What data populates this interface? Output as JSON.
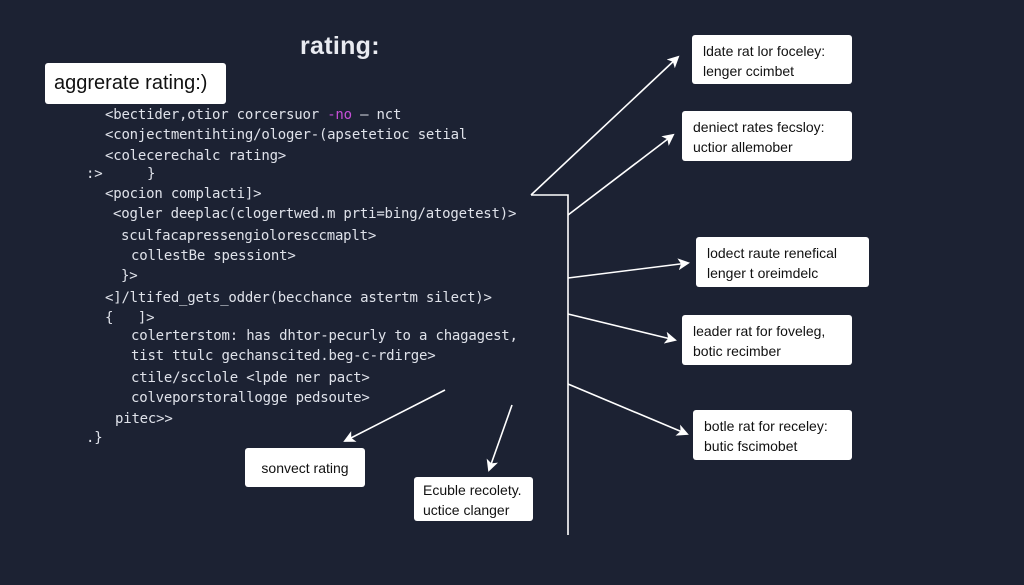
{
  "title": "rating:",
  "header_box": "aggrerate rating:)",
  "code": {
    "l1_a": "<bectider,otior corcersuor ",
    "l1_hl": "-no",
    "l1_b": " – nct",
    "l2": "<conjectmentihting/ologer-(apsetetioc setial",
    "l3": "<colecerechalc rating>",
    "l4_a": ":>",
    "l4_b": "}",
    "l5": "<pocion complacti]>",
    "l6": "<ogler deeplac(clogertwed.m prti=bing/atogetest)>",
    "l7": "sculfacapressengioloresccmaplt>",
    "l8": "collestBe spessiont>",
    "l9": "}>",
    "l10": "<]/ltifed_gets_odder(becchance astertm silect)>",
    "l11": "{   ]>",
    "l12": "colerterstom: has dhtor-pecurly to a chagagest,",
    "l13": "tist ttulc gechanscited.beg-c-rdirge>",
    "l14": "ctile/scclole <lpde ner pact>",
    "l15": "colveporstorallogge pedsoute>",
    "l16": "pitec>>",
    "l17": ".}"
  },
  "right_boxes": [
    {
      "line1": "ldate rat lor foceley:",
      "line2": "lenger ccimbet"
    },
    {
      "line1": "deniect rates fecsloy:",
      "line2": "uctior allemober"
    },
    {
      "line1": "lodect raute renefical",
      "line2": "lenger t oreimdelc"
    },
    {
      "line1": "leader rat for foveleg,",
      "line2": "botic recimber"
    },
    {
      "line1": "botle rat for receley:",
      "line2": "butic fscimobet"
    }
  ],
  "bottom_boxes": {
    "left": "sonvect rating",
    "middle_line1": "Ecuble recolety.",
    "middle_line2": "uctice clanger"
  },
  "colors": {
    "background": "#1c2233",
    "box_fill": "#ffffff",
    "highlight": "#c64fd8",
    "arrows": "#ffffff"
  }
}
